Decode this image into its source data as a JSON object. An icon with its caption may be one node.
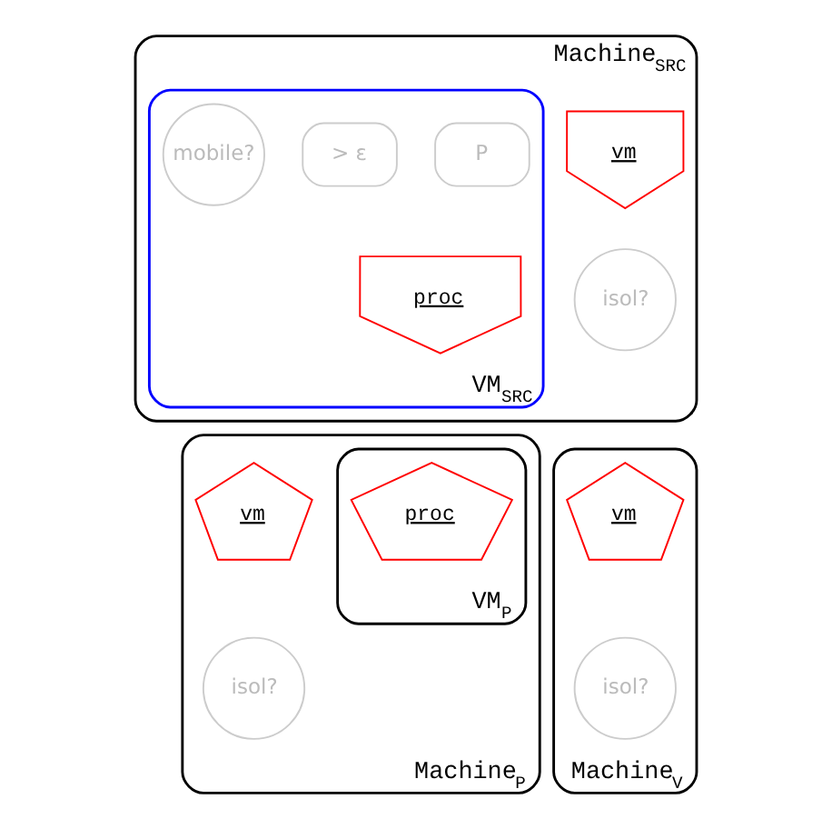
{
  "diagram": {
    "nodes": [
      {
        "text": [
          "Machine$_{SRC}$"
        ]
      },
      {
        "text": [
          "VM$_{SRC}$"
        ],
        "in": 0
      },
      {
        "text": [
          "P"
        ],
        "in": 1
      },
      {
        "text": [
          "> ε"
        ],
        "in": 1
      },
      {
        "text": [
          "mobile?"
        ],
        "in": 1
      },
      {
        "text": [
          "proc"
        ],
        "in": 1
      },
      {
        "text": [
          "vm"
        ],
        "in": 0
      },
      {
        "text": [
          "isol?"
        ],
        "in": 0
      },
      {
        "text": [
          "Machine$_{P}$"
        ]
      },
      {
        "text": [
          "VM$_{P}$"
        ],
        "in": 8
      },
      {
        "text": [
          "proc"
        ],
        "in": 9
      },
      {
        "text": [
          "vm"
        ],
        "in": 8
      },
      {
        "text": [
          "isol?"
        ],
        "in": 8
      },
      {
        "text": [
          "Machine$_{V}$"
        ]
      },
      {
        "text": [
          "vm"
        ],
        "in": 13
      },
      {
        "text": [
          "isol?"
        ],
        "in": 13
      }
    ],
    "edges": []
  }
}
